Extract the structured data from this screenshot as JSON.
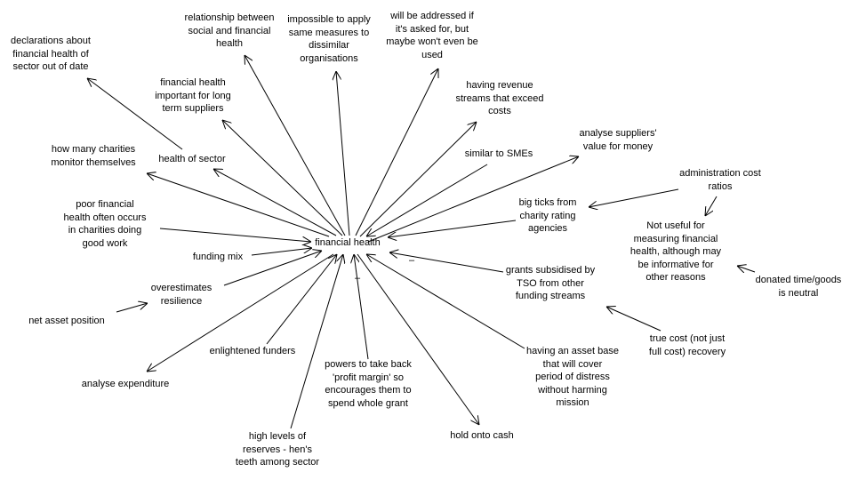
{
  "central": {
    "label": "financial health"
  },
  "nodes": {
    "declarations": [
      "declarations about",
      "financial health of",
      "sector out of date"
    ],
    "relationship": [
      "relationship between",
      "social and financial",
      "health"
    ],
    "impossible": [
      "impossible to apply",
      "same measures to",
      "dissimilar",
      "organisations"
    ],
    "addressed": [
      "will be addressed if",
      "it's asked for, but",
      "maybe won't even be",
      "used"
    ],
    "revenue": [
      "having revenue",
      "streams that exceed",
      "costs"
    ],
    "suppliers_long_term": [
      "financial health",
      "important for long",
      "term suppliers"
    ],
    "health_of_sector": [
      "health of sector"
    ],
    "how_many": [
      "how many charities",
      "monitor themselves"
    ],
    "smes": [
      "similar to SMEs"
    ],
    "value_for_money": [
      "analyse suppliers'",
      "value for money"
    ],
    "admin_cost": [
      "administration cost",
      "ratios"
    ],
    "big_ticks": [
      "big ticks from",
      "charity rating",
      "agencies"
    ],
    "not_useful": [
      "Not useful for",
      "measuring financial",
      "health, although may",
      "be informative for",
      "other reasons"
    ],
    "poor_health": [
      "poor financial",
      "health often occurs",
      "in charities doing",
      "good work"
    ],
    "funding_mix": [
      "funding mix"
    ],
    "overestimates": [
      "overestimates",
      "resilience"
    ],
    "net_asset": [
      "net asset position"
    ],
    "grants": [
      "grants subsidised by",
      "TSO from other",
      "funding streams"
    ],
    "donated": [
      "donated time/goods",
      "is neutral"
    ],
    "true_cost": [
      "true cost (not just",
      "full cost) recovery"
    ],
    "enlightened": [
      "enlightened funders"
    ],
    "analyse_expenditure": [
      "analyse expenditure"
    ],
    "powers": [
      "powers to take back",
      "'profit margin' so",
      "encourages them to",
      "spend whole grant"
    ],
    "asset_base": [
      "having an asset base",
      "that will cover",
      "period of distress",
      "without harming",
      "mission"
    ],
    "hold_cash": [
      "hold onto cash"
    ],
    "reserves": [
      "high levels of",
      "reserves - hen's",
      "teeth among sector"
    ]
  },
  "signs": {
    "grants_sign": "–",
    "powers_sign": "–"
  }
}
